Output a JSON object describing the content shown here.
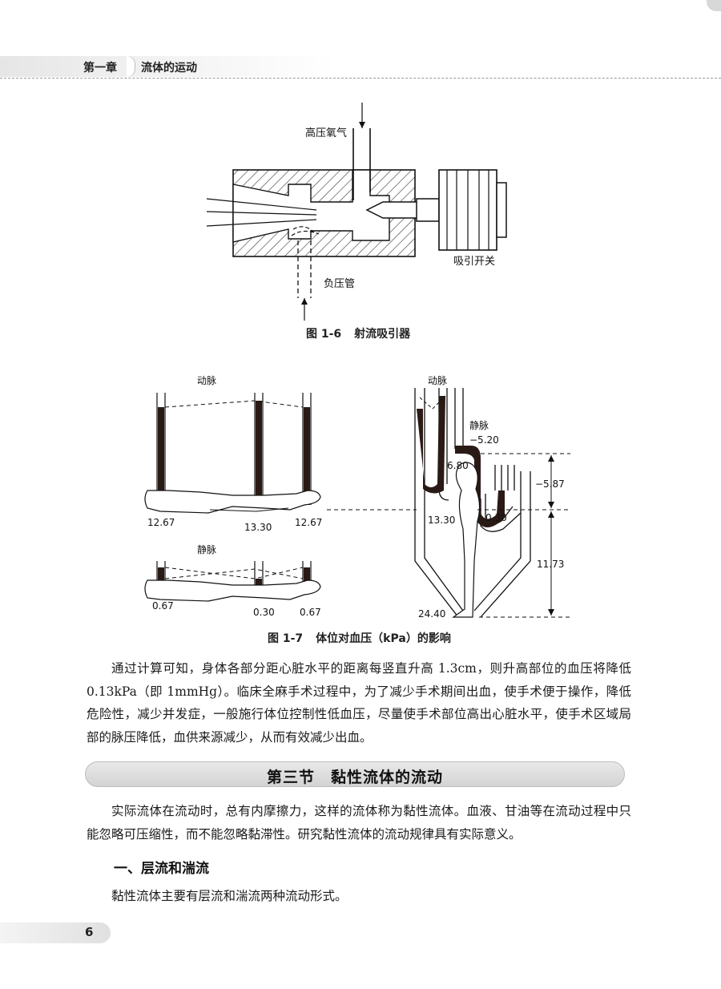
{
  "header": {
    "chapter": "第一章",
    "title": "流体的运动"
  },
  "figure_1_6": {
    "labels": {
      "oxygen": "高压氧气",
      "switch": "吸引开关",
      "negative_tube": "负压管"
    },
    "caption_num": "图 1-6",
    "caption_text": "射流吸引器"
  },
  "figure_1_7": {
    "artery_label_left": "动脉",
    "vein_label_left": "静脉",
    "artery_label_right": "动脉",
    "vein_label_right": "静脉",
    "values": {
      "lying_artery_left": "12.67",
      "lying_artery_mid": "13.30",
      "lying_artery_right": "12.67",
      "lying_vein_left": "0.67",
      "lying_vein_mid": "0.30",
      "lying_vein_right": "0.67",
      "stand_vein_head": "−5.20",
      "stand_artery_head": "6.80",
      "stand_artery_heart": "13.30",
      "stand_vein_heart": "0.30",
      "stand_artery_foot": "24.40",
      "dim_upper": "−5.87",
      "dim_lower": "11.73"
    },
    "caption_num": "图 1-7",
    "caption_text": "体位对血压（kPa）的影响"
  },
  "paragraph1": "通过计算可知，身体各部分距心脏水平的距离每竖直升高 1.3cm，则升高部位的血压将降低 0.13kPa（即 1mmHg）。临床全麻手术过程中，为了减少手术期间出血，使手术便于操作，降低危险性，减少并发症，一般施行体位控制性低血压，尽量使手术部位高出心脏水平，使手术区域局部的脉压降低，血供来源减少，从而有效减少出血。",
  "section_title": "第三节　黏性流体的流动",
  "paragraph2": "实际流体在流动时，总有内摩擦力，这样的流体称为黏性流体。血液、甘油等在流动过程中只能忽略可压缩性，而不能忽略黏滞性。研究黏性流体的流动规律具有实际意义。",
  "subsection_title": "一、层流和湍流",
  "paragraph3": "黏性流体主要有层流和湍流两种流动形式。",
  "page_number": "6"
}
